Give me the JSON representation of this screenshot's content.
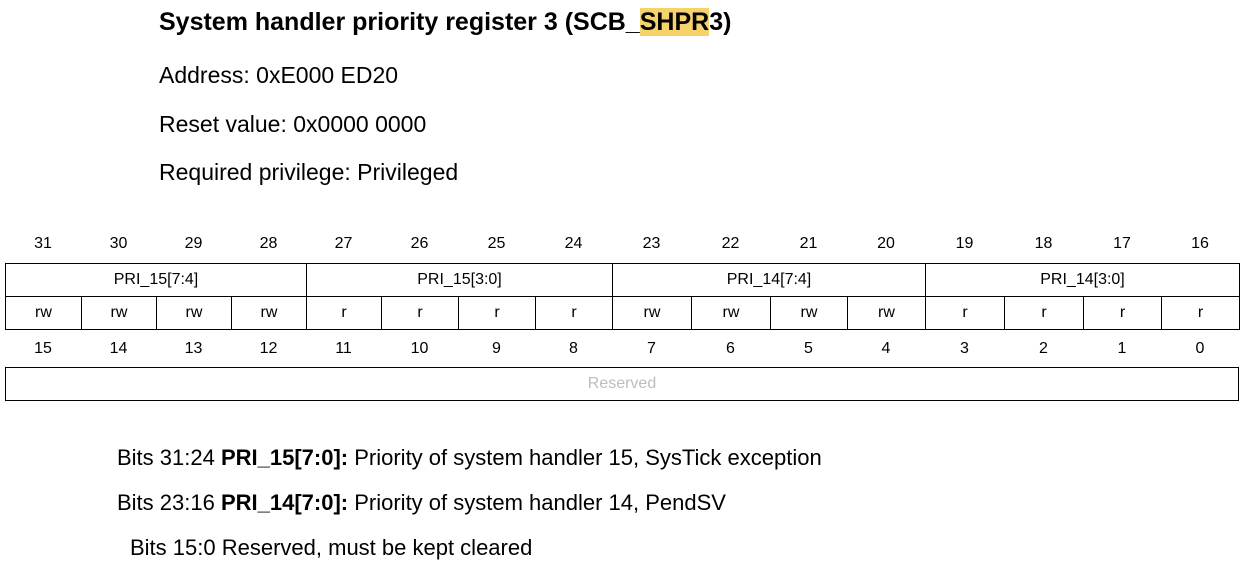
{
  "title": {
    "prefix": "System handler priority register 3 (SCB_",
    "highlight": "SHPR",
    "suffix": "3)"
  },
  "address": "Address: 0xE000 ED20",
  "reset_value": "Reset value: 0x0000 0000",
  "privilege": "Required privilege: Privileged",
  "upper": {
    "bit_numbers": [
      "31",
      "30",
      "29",
      "28",
      "27",
      "26",
      "25",
      "24",
      "23",
      "22",
      "21",
      "20",
      "19",
      "18",
      "17",
      "16"
    ],
    "fields": [
      "PRI_15[7:4]",
      "PRI_15[3:0]",
      "PRI_14[7:4]",
      "PRI_14[3:0]"
    ],
    "access": [
      "rw",
      "rw",
      "rw",
      "rw",
      "r",
      "r",
      "r",
      "r",
      "rw",
      "rw",
      "rw",
      "rw",
      "r",
      "r",
      "r",
      "r"
    ]
  },
  "lower": {
    "bit_numbers": [
      "15",
      "14",
      "13",
      "12",
      "11",
      "10",
      "9",
      "8",
      "7",
      "6",
      "5",
      "4",
      "3",
      "2",
      "1",
      "0"
    ],
    "field": "Reserved"
  },
  "descriptions": [
    {
      "bits": "Bits 31:24",
      "field": "PRI_15[7:0]:",
      "text": " Priority of system handler 15, SysTick exception"
    },
    {
      "bits": "Bits 23:16",
      "field": "PRI_14[7:0]:",
      "text": " Priority of system handler 14, PendSV"
    },
    {
      "bits": "Bits 15:0",
      "field": "",
      "text": "Reserved, must be kept cleared"
    }
  ]
}
